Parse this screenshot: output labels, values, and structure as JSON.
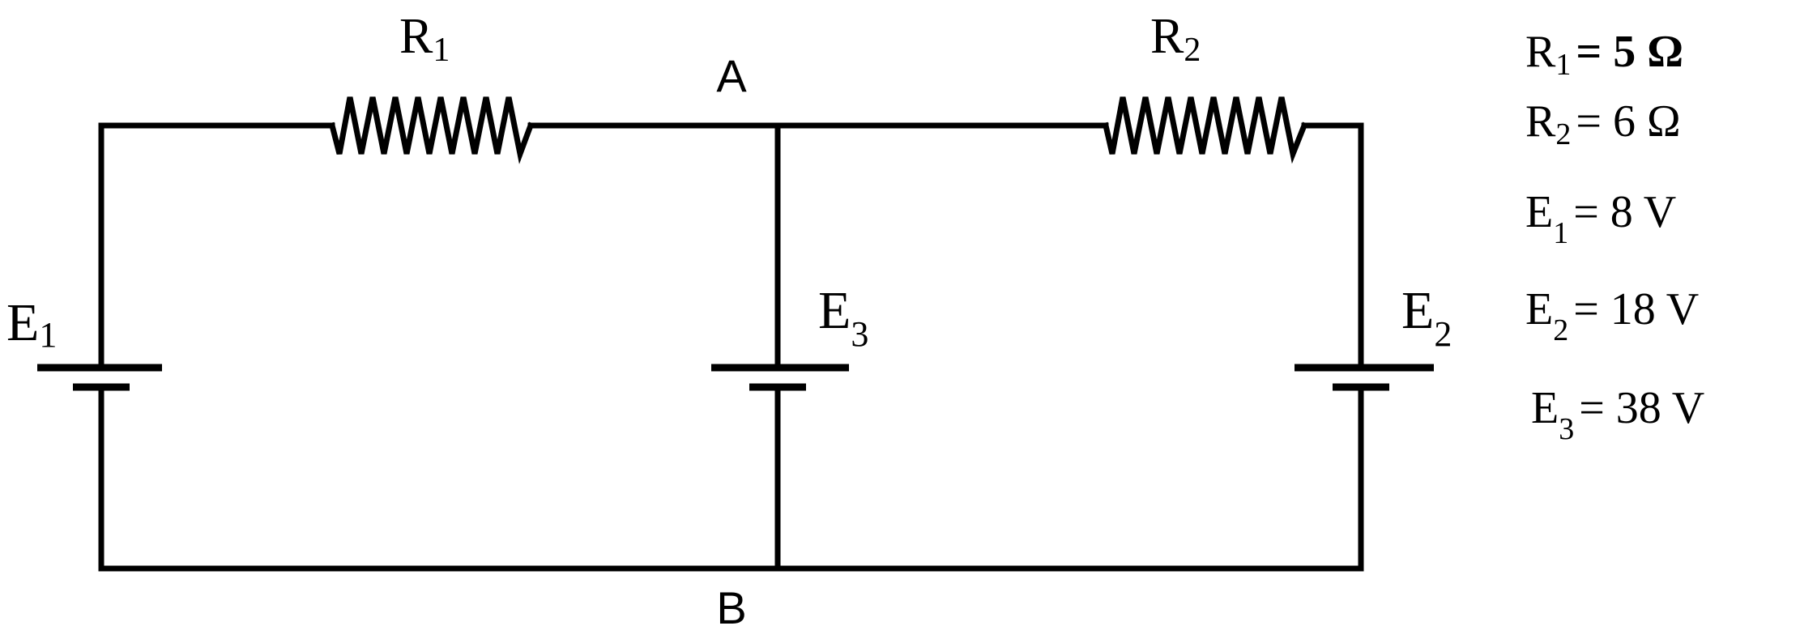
{
  "diagram": {
    "wire_color": "#000000",
    "background": "#ffffff",
    "nodes": {
      "a": {
        "label": "A"
      },
      "b": {
        "label": "B"
      }
    },
    "components": {
      "r1": {
        "letter": "R",
        "sub": "1",
        "icon": "resistor-icon"
      },
      "r2": {
        "letter": "R",
        "sub": "2",
        "icon": "resistor-icon"
      },
      "e1": {
        "letter": "E",
        "sub": "1",
        "icon": "battery-icon"
      },
      "e2": {
        "letter": "E",
        "sub": "2",
        "icon": "battery-icon"
      },
      "e3": {
        "letter": "E",
        "sub": "3",
        "icon": "battery-icon"
      }
    },
    "values": [
      {
        "letter": "R",
        "sub": "1",
        "value": "=  5 Ω"
      },
      {
        "letter": "R",
        "sub": "2",
        "value": "=  6 Ω"
      },
      {
        "letter": "E",
        "sub": "1",
        "value": "=  8 V"
      },
      {
        "letter": "E",
        "sub": "2",
        "value": "= 18 V"
      },
      {
        "letter": "E",
        "sub": "3",
        "value": "= 38 V"
      }
    ]
  }
}
